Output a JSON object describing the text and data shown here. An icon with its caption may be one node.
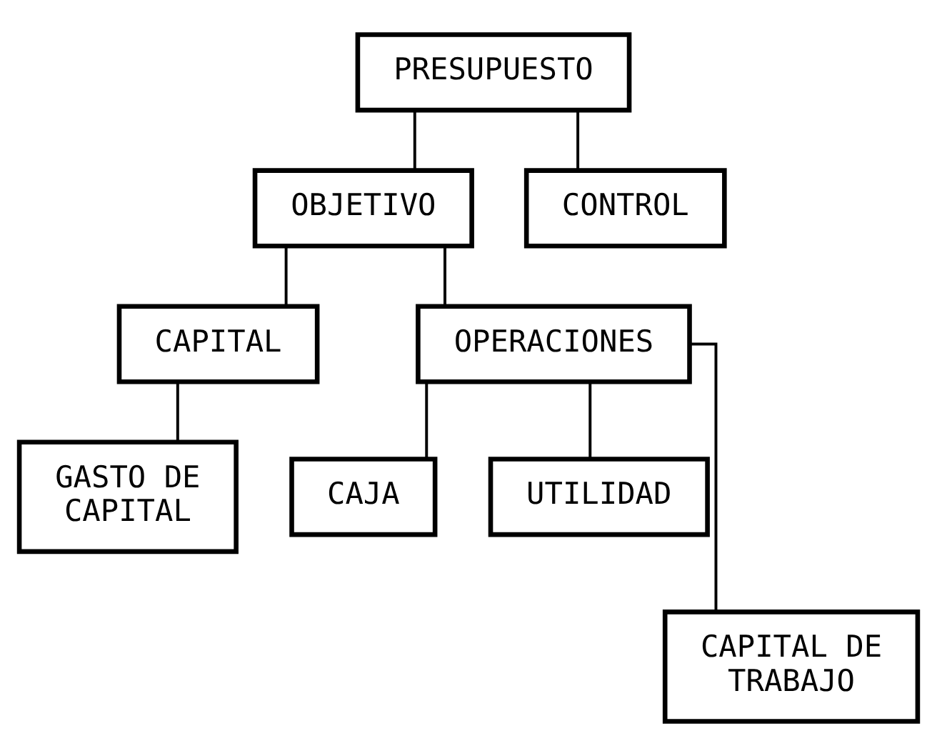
{
  "diagram": {
    "nodes": [
      {
        "text": [
          "PRESUPUESTO"
        ]
      },
      {
        "text": [
          "OBJETIVO"
        ]
      },
      {
        "text": [
          "CONTROL"
        ]
      },
      {
        "text": [
          "CAPITAL"
        ]
      },
      {
        "text": [
          "OPERACIONES"
        ]
      },
      {
        "text": [
          "GASTO DE CAPITAL"
        ]
      },
      {
        "text": [
          "CAJA"
        ]
      },
      {
        "text": [
          "UTILIDAD"
        ]
      },
      {
        "text": [
          "CAPITAL DE TRABAJO"
        ]
      }
    ],
    "edges": [
      {
        "from": 0,
        "to": 1,
        "arrow": "none"
      },
      {
        "from": 0,
        "to": 2,
        "arrow": "none"
      },
      {
        "from": 1,
        "to": 3,
        "arrow": "none"
      },
      {
        "from": 1,
        "to": 4,
        "arrow": "none"
      },
      {
        "from": 3,
        "to": 5,
        "arrow": "none"
      },
      {
        "from": 4,
        "to": 6,
        "arrow": "none"
      },
      {
        "from": 4,
        "to": 7,
        "arrow": "none"
      },
      {
        "from": 4,
        "to": 8,
        "arrow": "none"
      }
    ]
  }
}
